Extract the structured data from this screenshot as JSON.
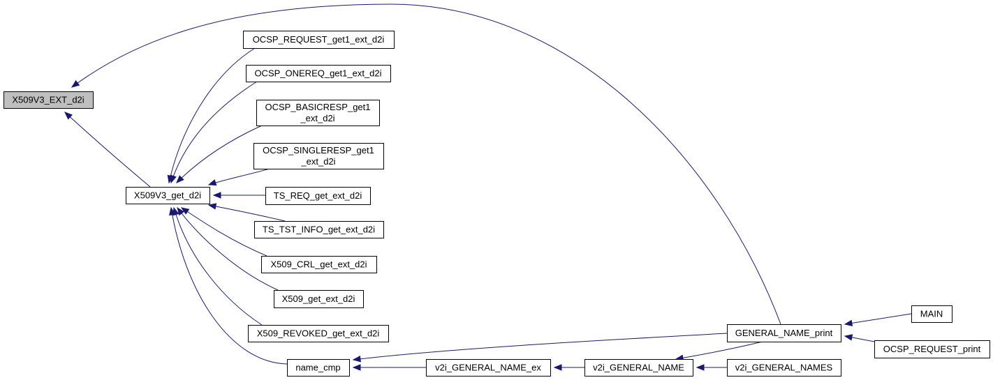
{
  "graph": {
    "nodes": [
      {
        "id": "x509v3_ext_d2i",
        "lines": [
          "X509V3_EXT_d2i"
        ],
        "root": true
      },
      {
        "id": "x509v3_get_d2i",
        "lines": [
          "X509V3_get_d2i"
        ]
      },
      {
        "id": "ocsp_request_get1",
        "lines": [
          "OCSP_REQUEST_get1_ext_d2i"
        ]
      },
      {
        "id": "ocsp_onereq_get1",
        "lines": [
          "OCSP_ONEREQ_get1_ext_d2i"
        ]
      },
      {
        "id": "ocsp_basicresp_get1",
        "lines": [
          "OCSP_BASICRESP_get1",
          "_ext_d2i"
        ]
      },
      {
        "id": "ocsp_singleresp_get1",
        "lines": [
          "OCSP_SINGLERESP_get1",
          "_ext_d2i"
        ]
      },
      {
        "id": "ts_req_get",
        "lines": [
          "TS_REQ_get_ext_d2i"
        ]
      },
      {
        "id": "ts_tst_info_get",
        "lines": [
          "TS_TST_INFO_get_ext_d2i"
        ]
      },
      {
        "id": "x509_crl_get",
        "lines": [
          "X509_CRL_get_ext_d2i"
        ]
      },
      {
        "id": "x509_get",
        "lines": [
          "X509_get_ext_d2i"
        ]
      },
      {
        "id": "x509_revoked_get",
        "lines": [
          "X509_REVOKED_get_ext_d2i"
        ]
      },
      {
        "id": "name_cmp",
        "lines": [
          "name_cmp"
        ]
      },
      {
        "id": "v2i_general_name_ex",
        "lines": [
          "v2i_GENERAL_NAME_ex"
        ]
      },
      {
        "id": "v2i_general_name",
        "lines": [
          "v2i_GENERAL_NAME"
        ]
      },
      {
        "id": "v2i_general_names",
        "lines": [
          "v2i_GENERAL_NAMES"
        ]
      },
      {
        "id": "general_name_print",
        "lines": [
          "GENERAL_NAME_print"
        ]
      },
      {
        "id": "main",
        "lines": [
          "MAIN"
        ]
      },
      {
        "id": "ocsp_request_print",
        "lines": [
          "OCSP_REQUEST_print"
        ]
      }
    ],
    "edges": [
      {
        "from": "general_name_print",
        "to": "x509v3_ext_d2i"
      },
      {
        "from": "x509v3_get_d2i",
        "to": "x509v3_ext_d2i"
      },
      {
        "from": "ocsp_request_get1",
        "to": "x509v3_get_d2i"
      },
      {
        "from": "ocsp_onereq_get1",
        "to": "x509v3_get_d2i"
      },
      {
        "from": "ocsp_basicresp_get1",
        "to": "x509v3_get_d2i"
      },
      {
        "from": "ocsp_singleresp_get1",
        "to": "x509v3_get_d2i"
      },
      {
        "from": "ts_req_get",
        "to": "x509v3_get_d2i"
      },
      {
        "from": "ts_tst_info_get",
        "to": "x509v3_get_d2i"
      },
      {
        "from": "x509_crl_get",
        "to": "x509v3_get_d2i"
      },
      {
        "from": "x509_get",
        "to": "x509v3_get_d2i"
      },
      {
        "from": "x509_revoked_get",
        "to": "x509v3_get_d2i"
      },
      {
        "from": "name_cmp",
        "to": "x509v3_get_d2i"
      },
      {
        "from": "general_name_print",
        "to": "name_cmp"
      },
      {
        "from": "v2i_general_name_ex",
        "to": "name_cmp"
      },
      {
        "from": "v2i_general_name",
        "to": "v2i_general_name_ex"
      },
      {
        "from": "general_name_print",
        "to": "v2i_general_name"
      },
      {
        "from": "v2i_general_names",
        "to": "v2i_general_name"
      },
      {
        "from": "main",
        "to": "general_name_print"
      },
      {
        "from": "ocsp_request_print",
        "to": "general_name_print"
      }
    ]
  },
  "colors": {
    "edge": "#191970",
    "root_fill": "#bfbfbf",
    "node_fill": "#ffffff",
    "node_border": "#000000"
  }
}
